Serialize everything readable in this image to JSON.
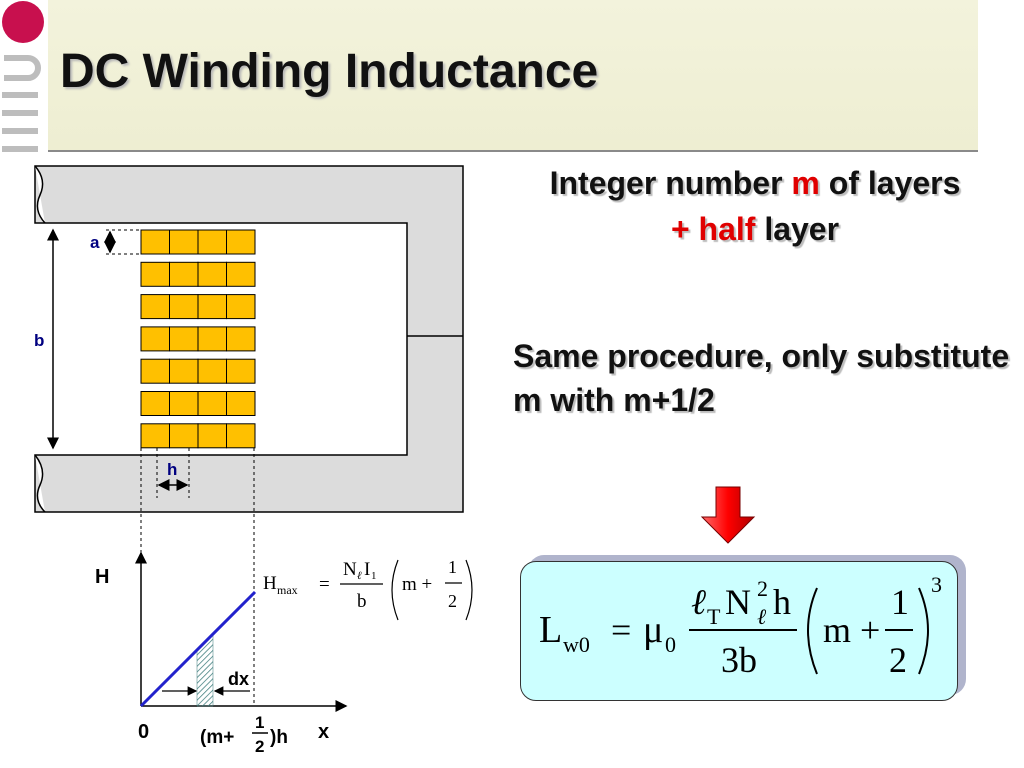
{
  "slide": {
    "title": "DC Winding Inductance",
    "text": {
      "integer_prefix": "Integer number ",
      "integer_m": "m",
      "integer_suffix": " of layers",
      "half_plus": "+ half",
      "half_suffix": " layer",
      "same_procedure": "Same procedure, only substitute m with m+1/2"
    }
  },
  "diagram": {
    "labels": {
      "a": "a",
      "b": "b",
      "h": "h",
      "H": "H",
      "x": "x",
      "zero": "0",
      "dx": "dx"
    },
    "x_end_label": {
      "prefix": "(m+",
      "num": "1",
      "den": "2",
      "suffix": ")h"
    },
    "winding": {
      "rows": 7,
      "cols": 4,
      "fill_color": "#ffc000"
    }
  },
  "equations": {
    "hmax": {
      "lhs": "H",
      "lhs_sub": "max",
      "eq": "=",
      "numerator": "N",
      "num_sub1": "ℓ",
      "num_mid": "I",
      "num_sub2": "1",
      "denominator": "b",
      "paren_m": "m +",
      "frac_num": "1",
      "frac_den": "2"
    },
    "lw0": {
      "lhs": "L",
      "lhs_sub": "w0",
      "eq": "=",
      "mu": "μ",
      "mu_sub": "0",
      "num_l": "ℓ",
      "num_l_sub": "T",
      "num_N": "N",
      "num_N_sup": "2",
      "num_N_sub": "ℓ",
      "num_h": "h",
      "den": "3b",
      "paren_m": "m +",
      "frac_num": "1",
      "frac_den": "2",
      "power": "3"
    }
  },
  "colors": {
    "accent_red": "#e00000",
    "line_blue": "#2222cc",
    "label_blue": "#000080",
    "core_gray": "#dcdcdc",
    "box_cyan": "#ccffff"
  }
}
